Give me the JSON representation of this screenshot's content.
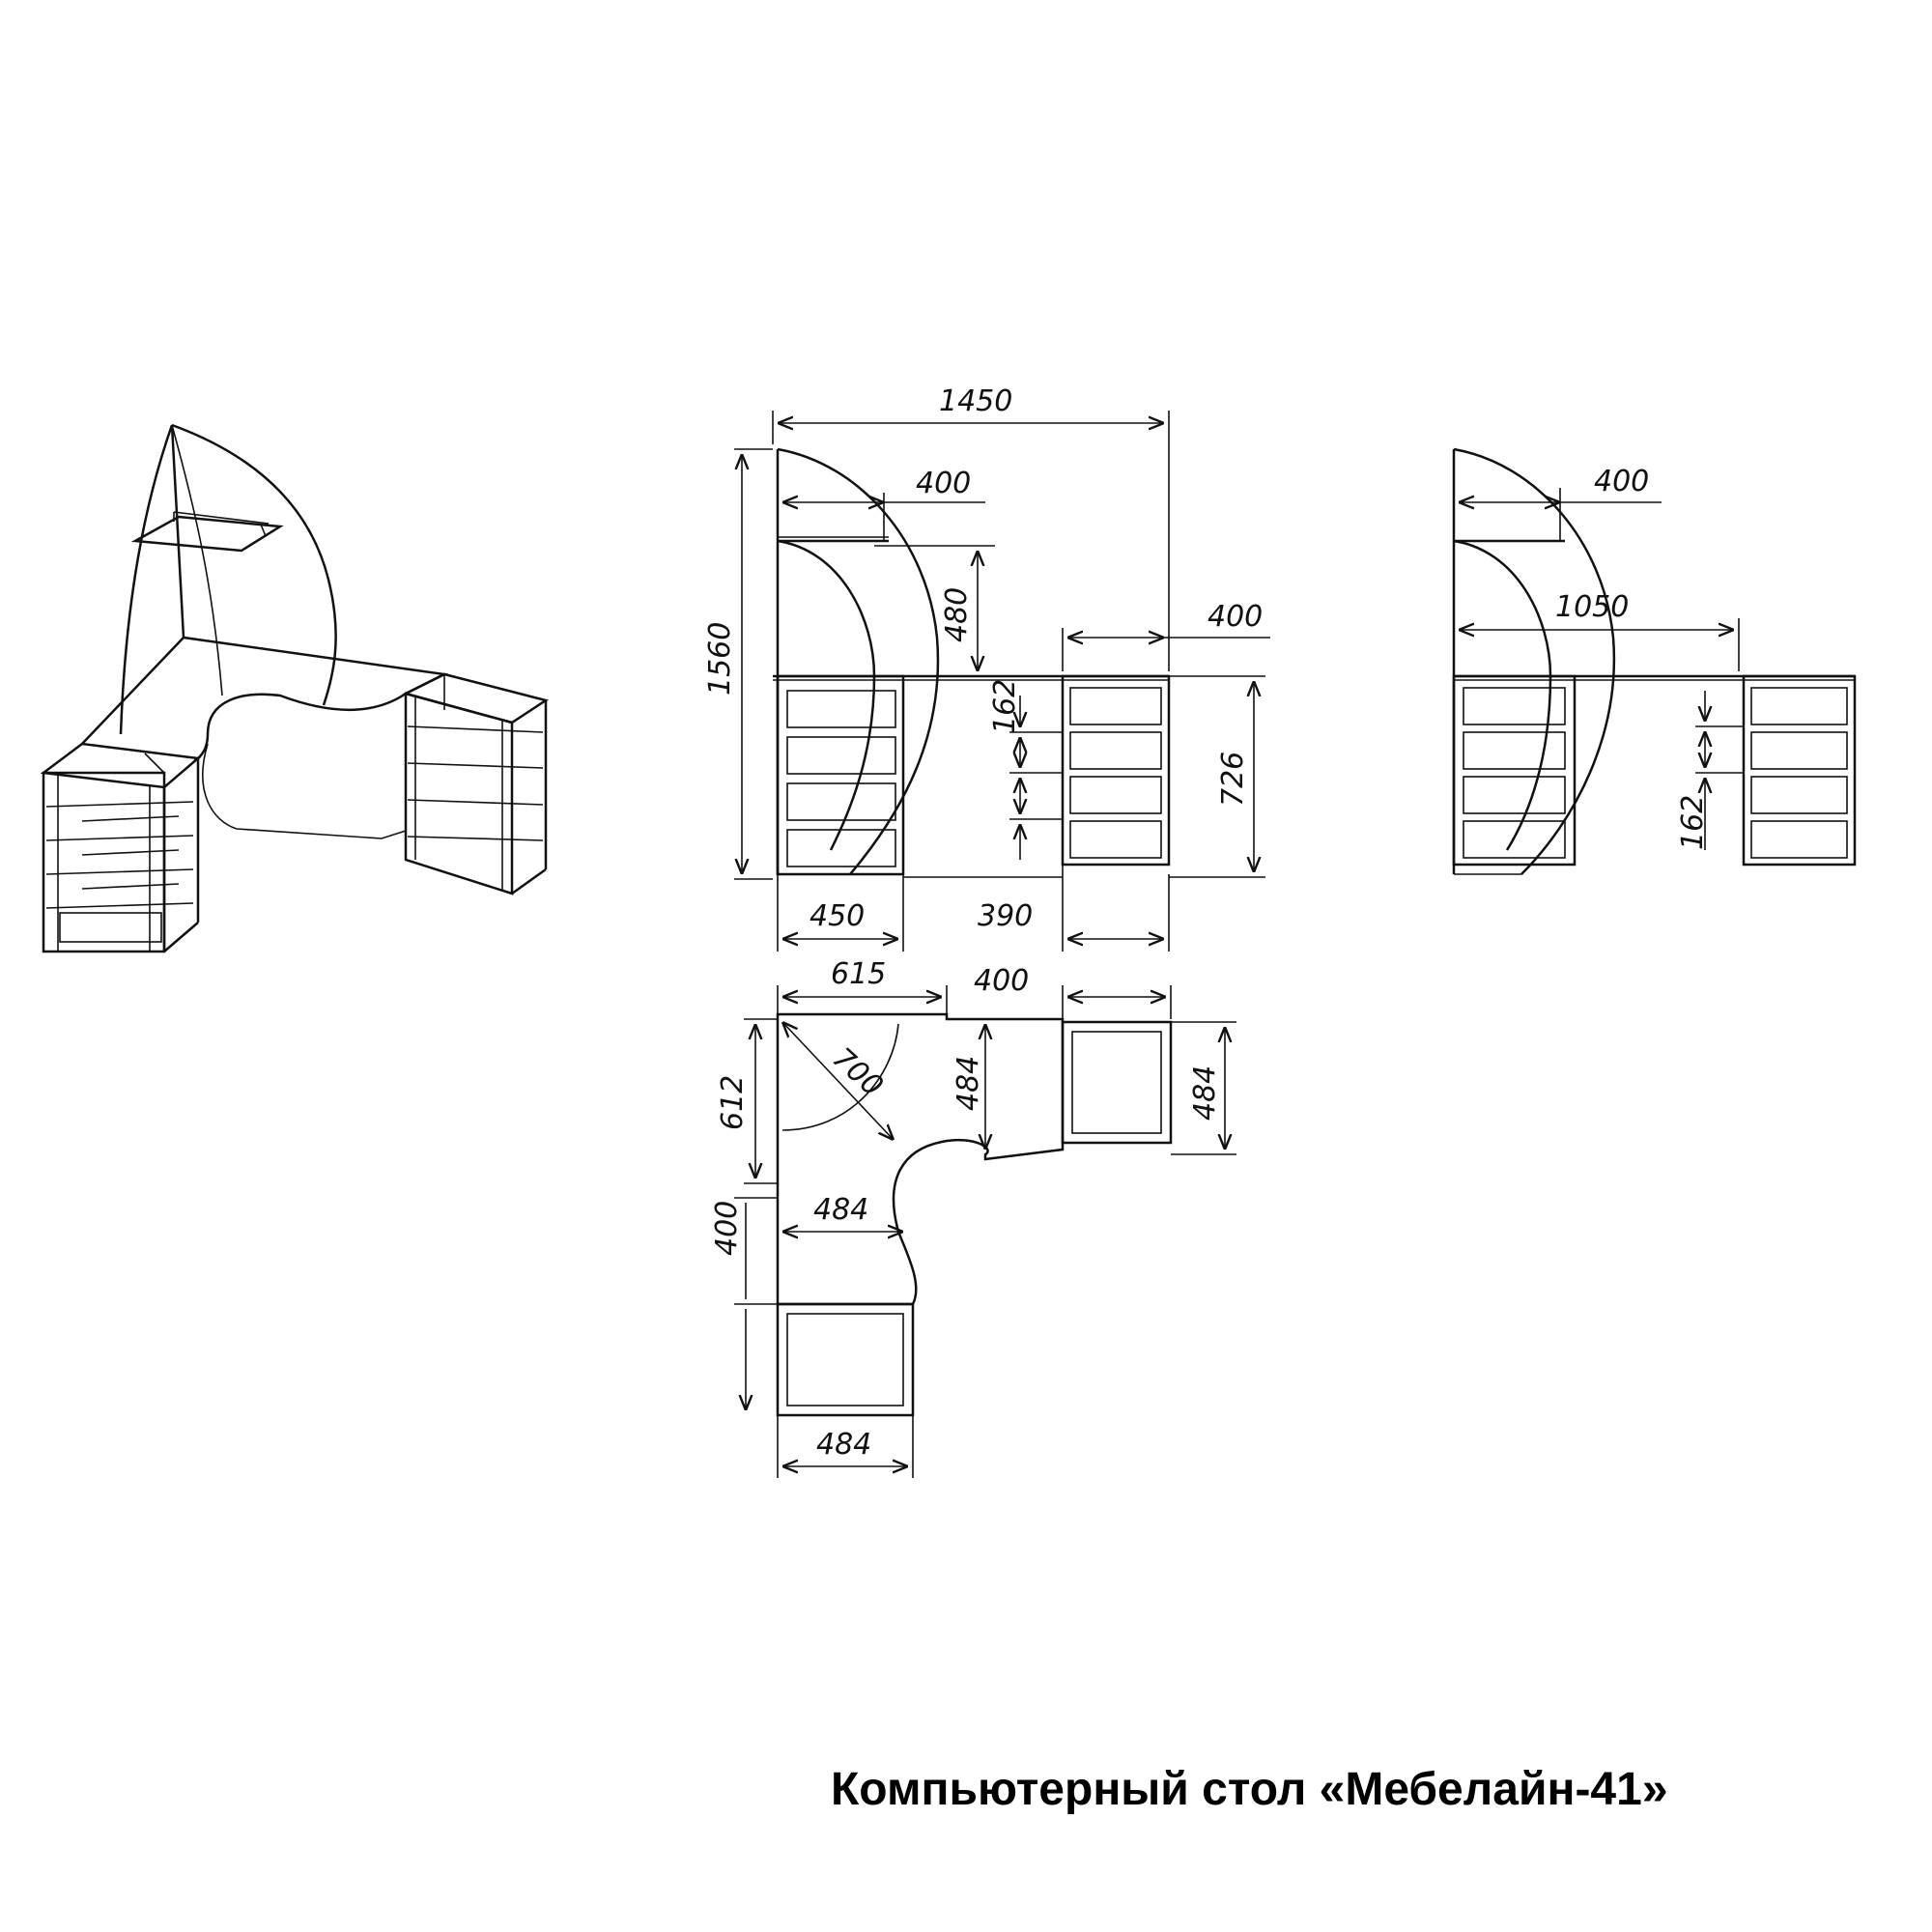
{
  "caption": "Компьютерный стол «Мебелайн-41»",
  "front_view": {
    "width_total": "1450",
    "height_total": "1560",
    "shelf_depth": "400",
    "shelf_height": "480",
    "pedestal_width": "400",
    "drawer_height": "162",
    "desk_height": "726",
    "left_pedestal_width": "450",
    "gap_right": "390"
  },
  "side_view": {
    "shelf_depth": "400",
    "width": "1050",
    "drawer_height": "162"
  },
  "top_view": {
    "top_left_width": "615",
    "right_gap": "400",
    "diagonal": "700",
    "depth_left": "612",
    "depth_inner": "484",
    "depth_right": "484",
    "lower_inner_width": "484",
    "lower_depth": "400",
    "bottom_width": "484"
  }
}
